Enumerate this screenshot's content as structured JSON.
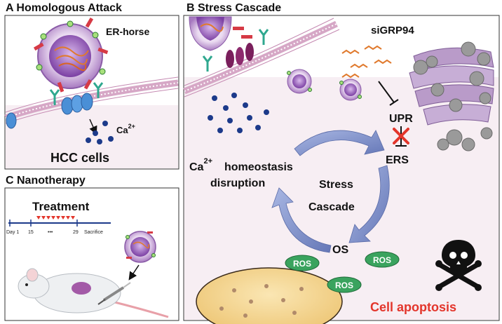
{
  "panels": {
    "a": {
      "title": "A Homologous Attack",
      "vesicle_label": "ER-horse",
      "ion_label": "Ca",
      "ion_charge": "2+",
      "cell_label": "HCC cells"
    },
    "b": {
      "title": "B Stress Cascade",
      "sirna_label": "siGRP94",
      "upr_label": "UPR",
      "ers_label": "ERS",
      "ca_prefix": "Ca",
      "ca_charge": "2+",
      "homeostasis_label": "homeostasis",
      "disruption_label": "disruption",
      "cascade_line1": "Stress",
      "cascade_line2": "Cascade",
      "os_label": "OS",
      "ros_label": "ROS",
      "apoptosis_label": "Cell apoptosis"
    },
    "c": {
      "title": "C Nanotherapy",
      "treatment_label": "Treatment",
      "timeline": [
        "Day 1",
        "15",
        "•••",
        "29",
        "Sacrifice"
      ]
    }
  },
  "colors": {
    "membrane": "#d6a7c6",
    "cell_bg": "#f7eef3",
    "ca_dot": "#1c3a8a",
    "arrow_blue": "#8093c9",
    "apoptosis_red": "#e3352b",
    "ros_green": "#3aa35e",
    "nucleus": "#f3d590"
  }
}
